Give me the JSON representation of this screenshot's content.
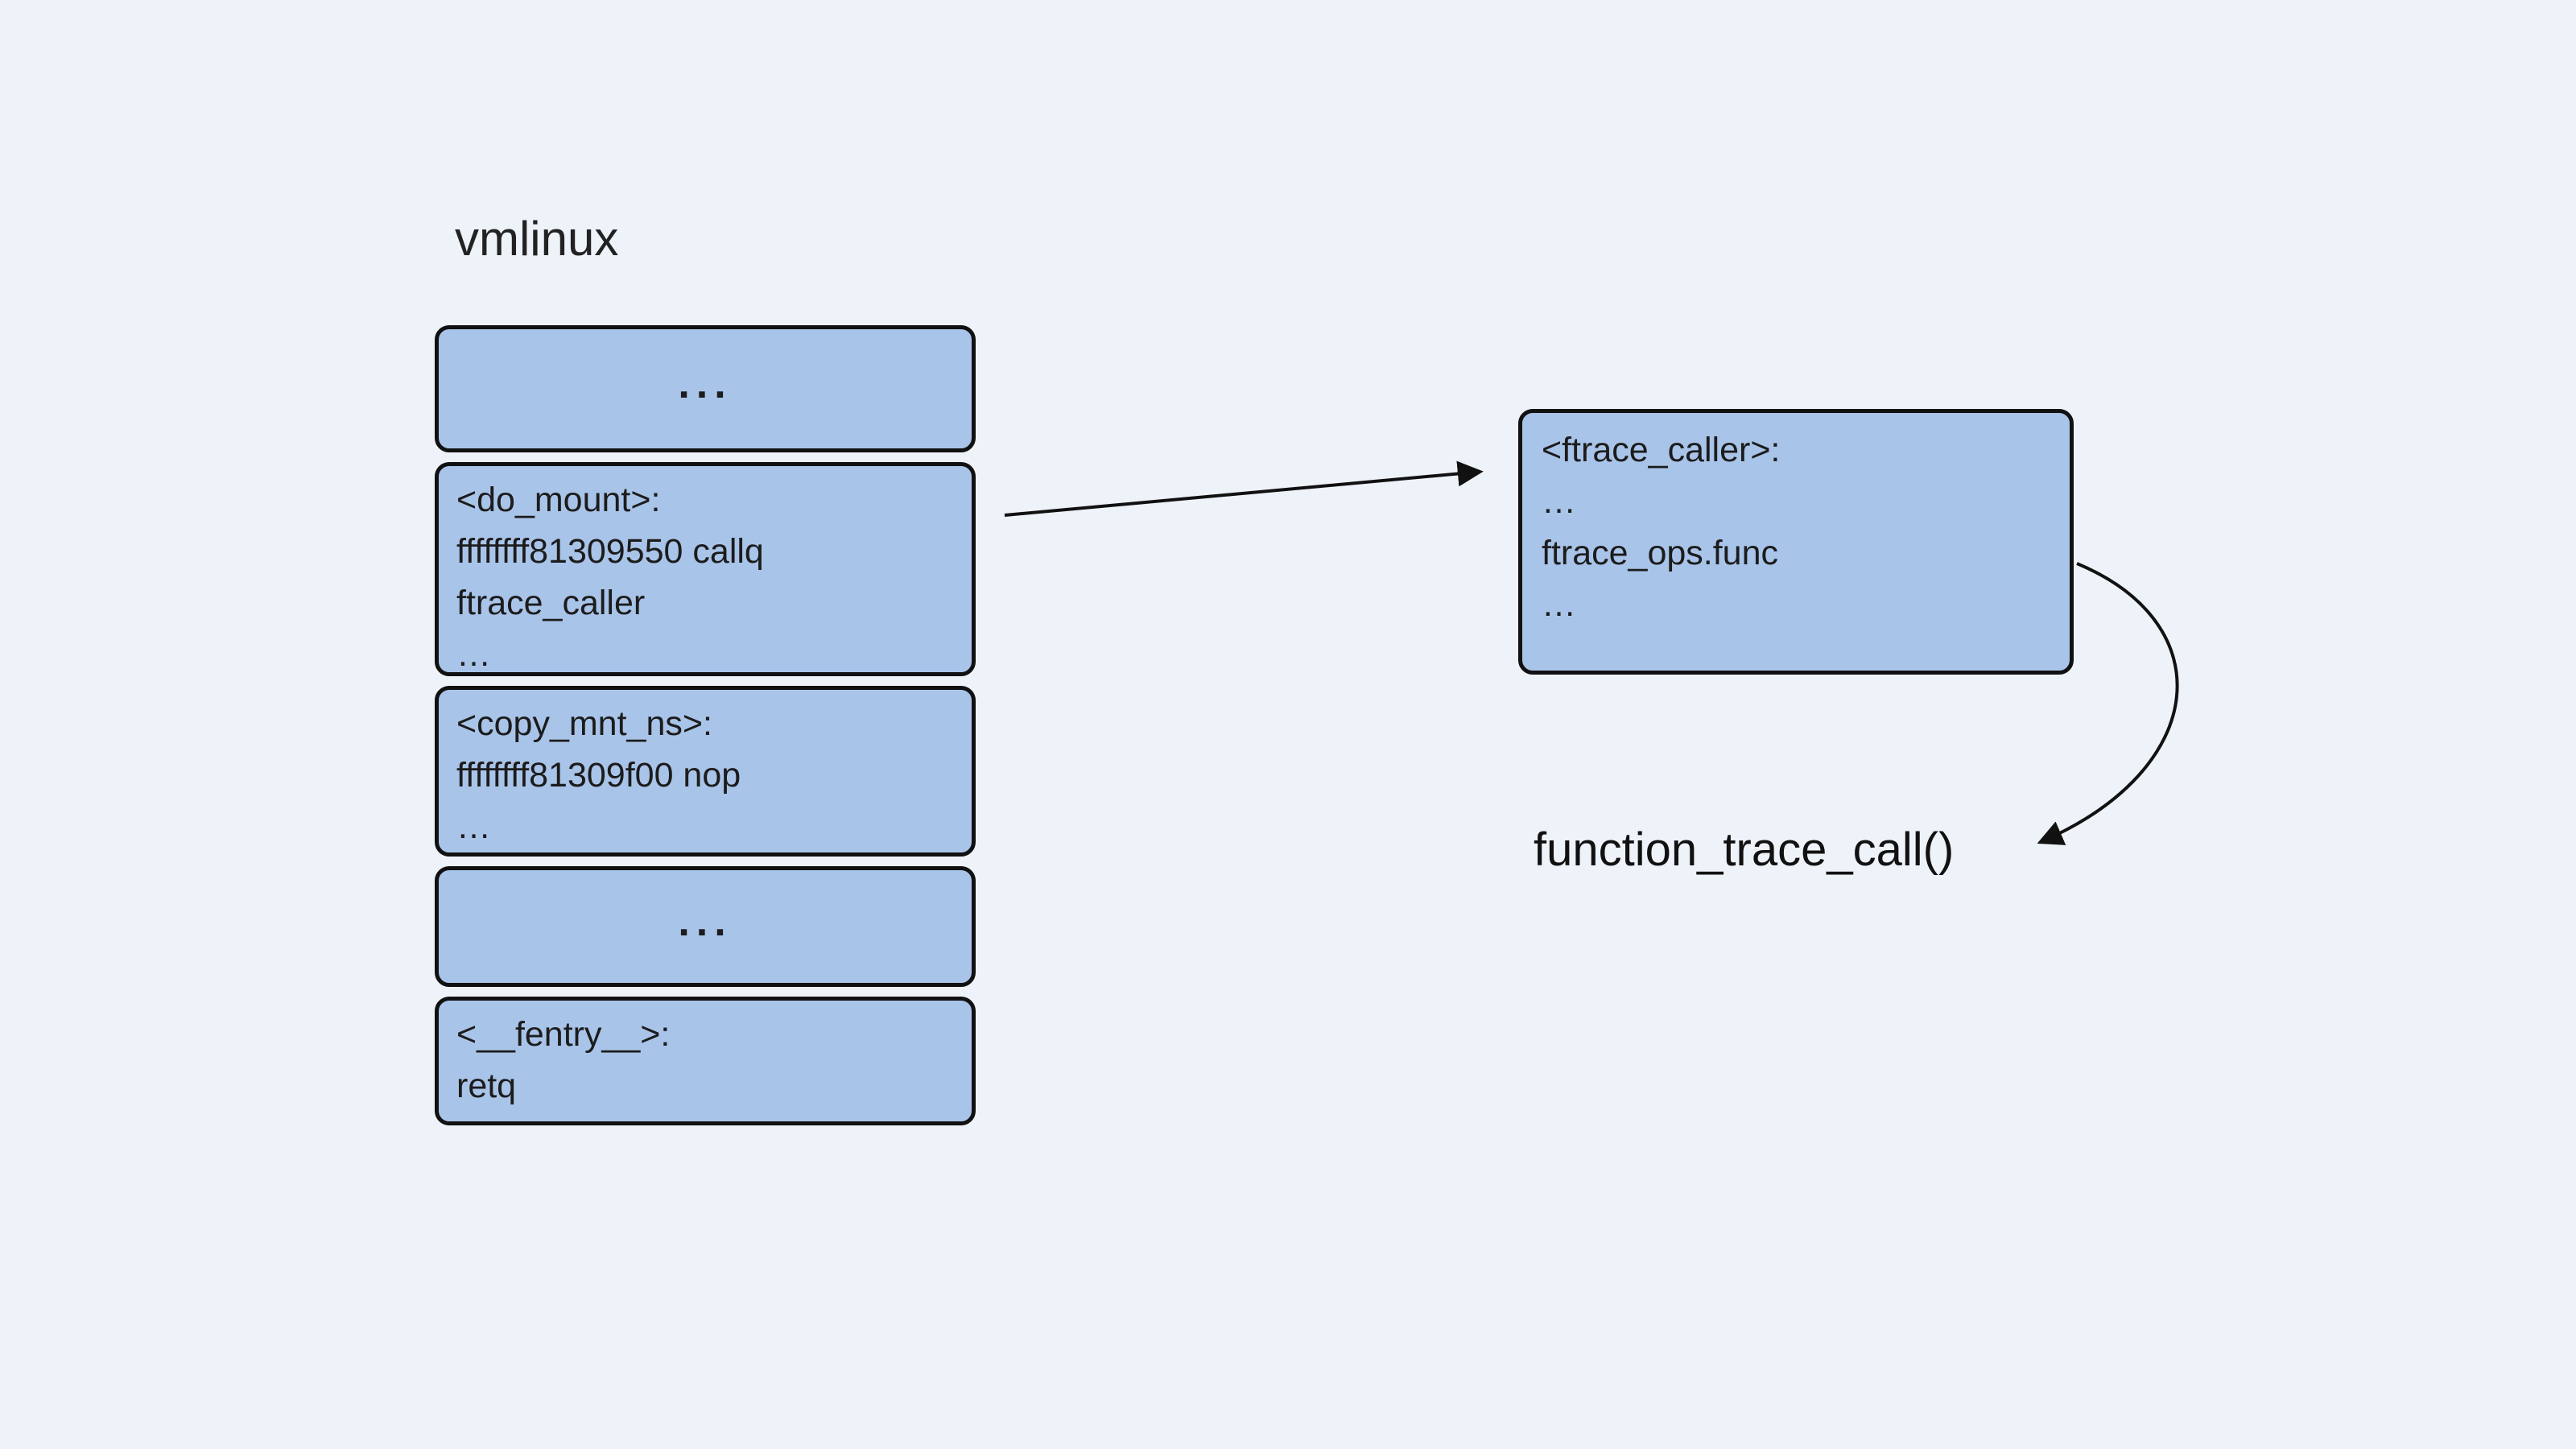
{
  "colors": {
    "background": "#eef2f9",
    "box-fill": "#a9c4e9",
    "box-border": "#111111",
    "text": "#1c1c1c"
  },
  "diagram": {
    "title": "vmlinux",
    "left_stack": [
      {
        "type": "ellipsis",
        "text": "..."
      },
      {
        "type": "code",
        "lines": [
          "<do_mount>:",
          "ffffffff81309550 callq",
          "ftrace_caller",
          "…"
        ]
      },
      {
        "type": "code",
        "lines": [
          "<copy_mnt_ns>:",
          "ffffffff81309f00 nop",
          "…"
        ]
      },
      {
        "type": "ellipsis",
        "text": "..."
      },
      {
        "type": "code",
        "lines": [
          "<__fentry__>:",
          "retq"
        ]
      }
    ],
    "ftrace_box": {
      "lines": [
        "<ftrace_caller>:",
        "…",
        "ftrace_ops.func",
        "…"
      ]
    },
    "function_label": "function_trace_call()"
  }
}
